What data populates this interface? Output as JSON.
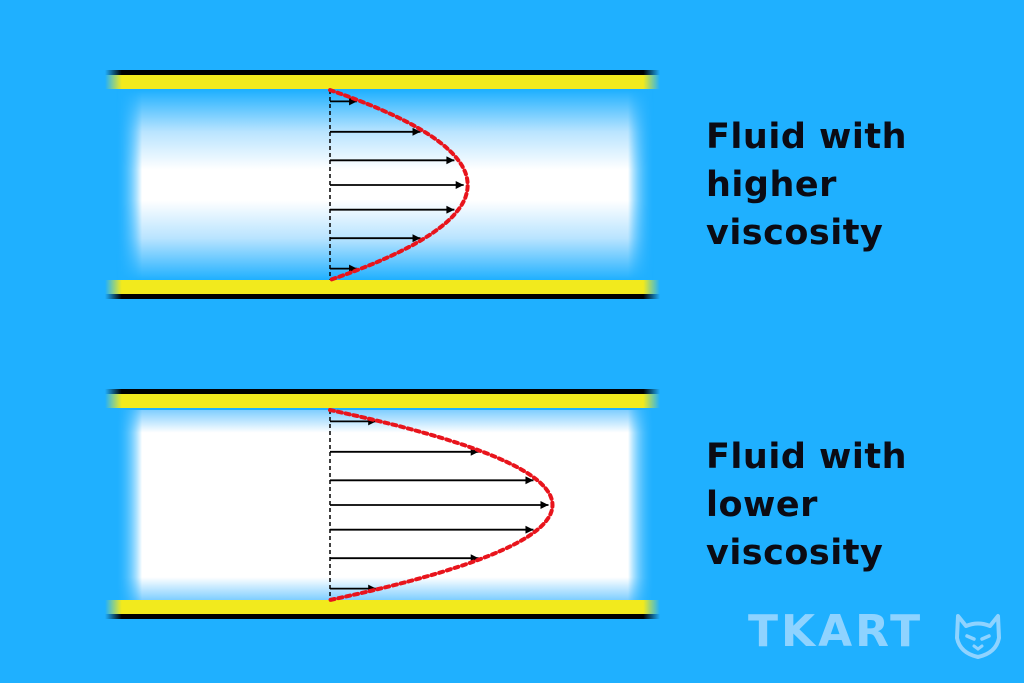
{
  "panels": [
    {
      "label_lines": [
        "Fluid with",
        "higher",
        "viscosity"
      ],
      "profile_peak": 0.54
    },
    {
      "label_lines": [
        "Fluid with",
        "lower",
        "viscosity"
      ],
      "profile_peak": 0.89
    }
  ],
  "brand": {
    "name": "TKART",
    "logo_icon": "cat-head-icon"
  },
  "colors": {
    "background": "#1fb0ff",
    "pipe_wall": "#f2ea1d",
    "wall_edge": "#000000",
    "fluid": "#ffffff",
    "profile_curve": "#e8141c",
    "arrows": "#000000",
    "brand": "#8fd3ff"
  }
}
